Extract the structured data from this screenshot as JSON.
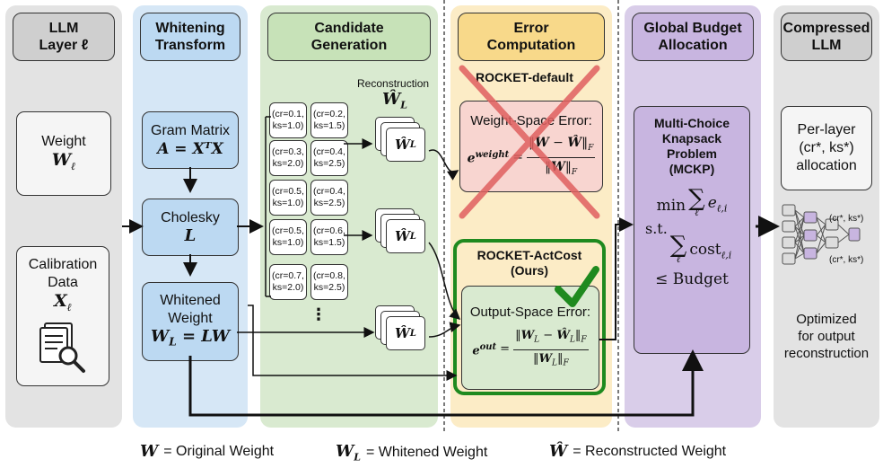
{
  "columns": {
    "llm_layer": {
      "title": "LLM\nLayer ℓ",
      "weight_label": "Weight",
      "weight_symbol": "W",
      "weight_sub": "ℓ",
      "calib_label": "Calibration\nData",
      "calib_symbol": "X",
      "calib_sub": "ℓ"
    },
    "whitening": {
      "title": "Whitening\nTransform",
      "gram_label": "Gram Matrix",
      "gram_formula": "A = XᵀX",
      "cholesky_label": "Cholesky",
      "cholesky_symbol": "L",
      "whitened_label": "Whitened\nWeight",
      "whitened_formula": "W_L = LW"
    },
    "candidates": {
      "title": "Candidate\nGeneration",
      "reconstruction_label": "Reconstruction",
      "recon_symbol": "Ŵ_L",
      "card_symbol": "Ŵ_L",
      "pairs": [
        [
          "(cr=0.1,",
          "ks=1.0)"
        ],
        [
          "(cr=0.2,",
          "ks=1.5)"
        ],
        [
          "(cr=0.3,",
          "ks=2.0)"
        ],
        [
          "(cr=0.4,",
          "ks=2.5)"
        ],
        [
          "(cr=0.5,",
          "ks=1.0)"
        ],
        [
          "(cr=0.4,",
          "ks=2.5)"
        ],
        [
          "(cr=0.5,",
          "ks=1.0)"
        ],
        [
          "(cr=0.6,",
          "ks=1.5)"
        ],
        [
          "(cr=0.7,",
          "ks=2.0)"
        ],
        [
          "(cr=0.8,",
          "ks=2.5)"
        ]
      ],
      "ellipsis": "⋮"
    },
    "error": {
      "title": "Error\nComputation",
      "default_label": "ROCKET-default",
      "weight_error_label": "Weight-Space Error:",
      "weight_error_formula": "e^weight = ‖W − Ŵ‖_F / ‖W‖_F",
      "ours_label": "ROCKET-ActCost\n(Ours)",
      "output_error_label": "Output-Space Error:",
      "output_error_formula": "e^out = ‖W_L − Ŵ_L‖_F / ‖W_L‖_F"
    },
    "budget": {
      "title": "Global Budget\nAllocation",
      "mckp_title": "Multi-Choice\nKnapsack\nProblem\n(MCKP)",
      "min_text": "min",
      "sum_term": "e_{ℓ,i}",
      "st_text": "s.t.",
      "cost_term": "cost_{ℓ,i}",
      "budget_text": "≤ Budget",
      "sum_index": "ℓ"
    },
    "compressed": {
      "title": "Compressed\nLLM",
      "perlayer_text": "Per-layer\n(cr*, ks*)\nallocation",
      "net_label": "(cr*, ks*)",
      "optimized_text": "Optimized\nfor output\nreconstruction"
    }
  },
  "legend": [
    {
      "symbol": "W",
      "text": "= Original Weight"
    },
    {
      "symbol": "W_L",
      "text": "= Whitened Weight"
    },
    {
      "symbol": "Ŵ",
      "text": "= Reconstructed Weight"
    }
  ],
  "colors": {
    "gray": "#e3e3e3",
    "blue": "#d6e7f6",
    "blue_box": "#bcd9f2",
    "green": "#d9ead0",
    "green_box": "#c7e2b8",
    "yellow": "#fcecc6",
    "red_box": "#f8d5d0",
    "purple": "#d9cde9",
    "purple_box": "#c8b5e0",
    "check": "#1f8a1f",
    "cross": "#e06060"
  }
}
